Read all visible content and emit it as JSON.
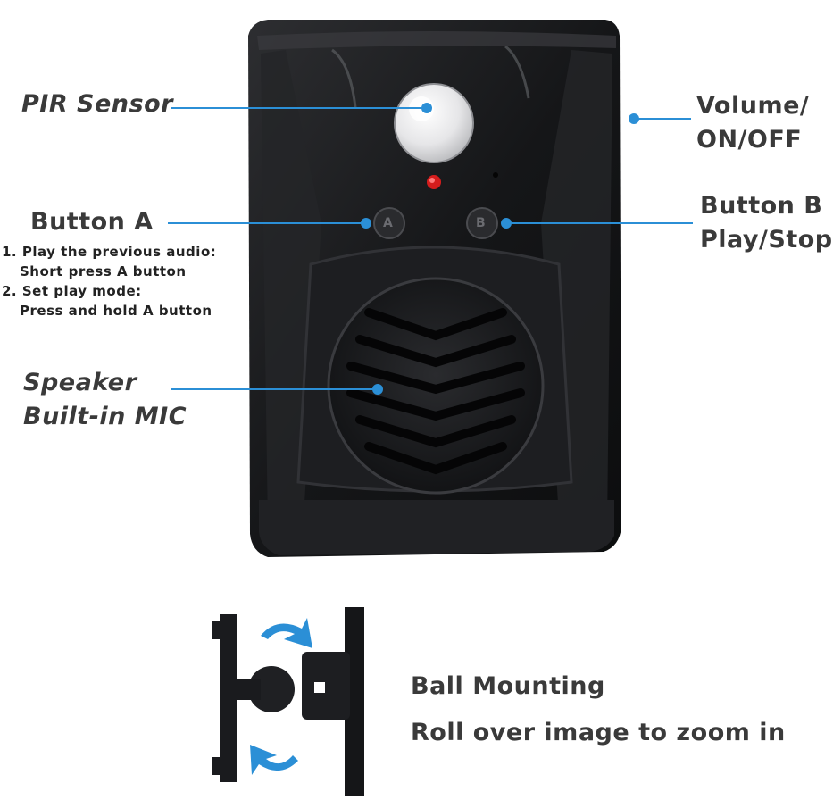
{
  "colors": {
    "accent": "#2b8fd6",
    "device": "#1c1d1f",
    "text": "#3a3a3a"
  },
  "labels": {
    "pir_sensor": "PIR Sensor",
    "volume_line1": "Volume/",
    "volume_line2": "ON/OFF",
    "button_a_title": "Button A",
    "button_a_note1": "1. Play the previous audio:",
    "button_a_note1b": "Short press A button",
    "button_a_note2": "2. Set play mode:",
    "button_a_note2b": "Press and hold A button",
    "button_b_line1": "Button B",
    "button_b_line2": "Play/Stop",
    "speaker_line1": "Speaker",
    "speaker_line2": "Built-in MIC",
    "ball_mounting": "Ball Mounting",
    "zoom_hint": "Roll over image to zoom in"
  },
  "device": {
    "button_a_glyph": "A",
    "button_b_glyph": "B"
  },
  "icons": [
    "rotate-arrow-icon",
    "rotate-arrow-icon"
  ]
}
